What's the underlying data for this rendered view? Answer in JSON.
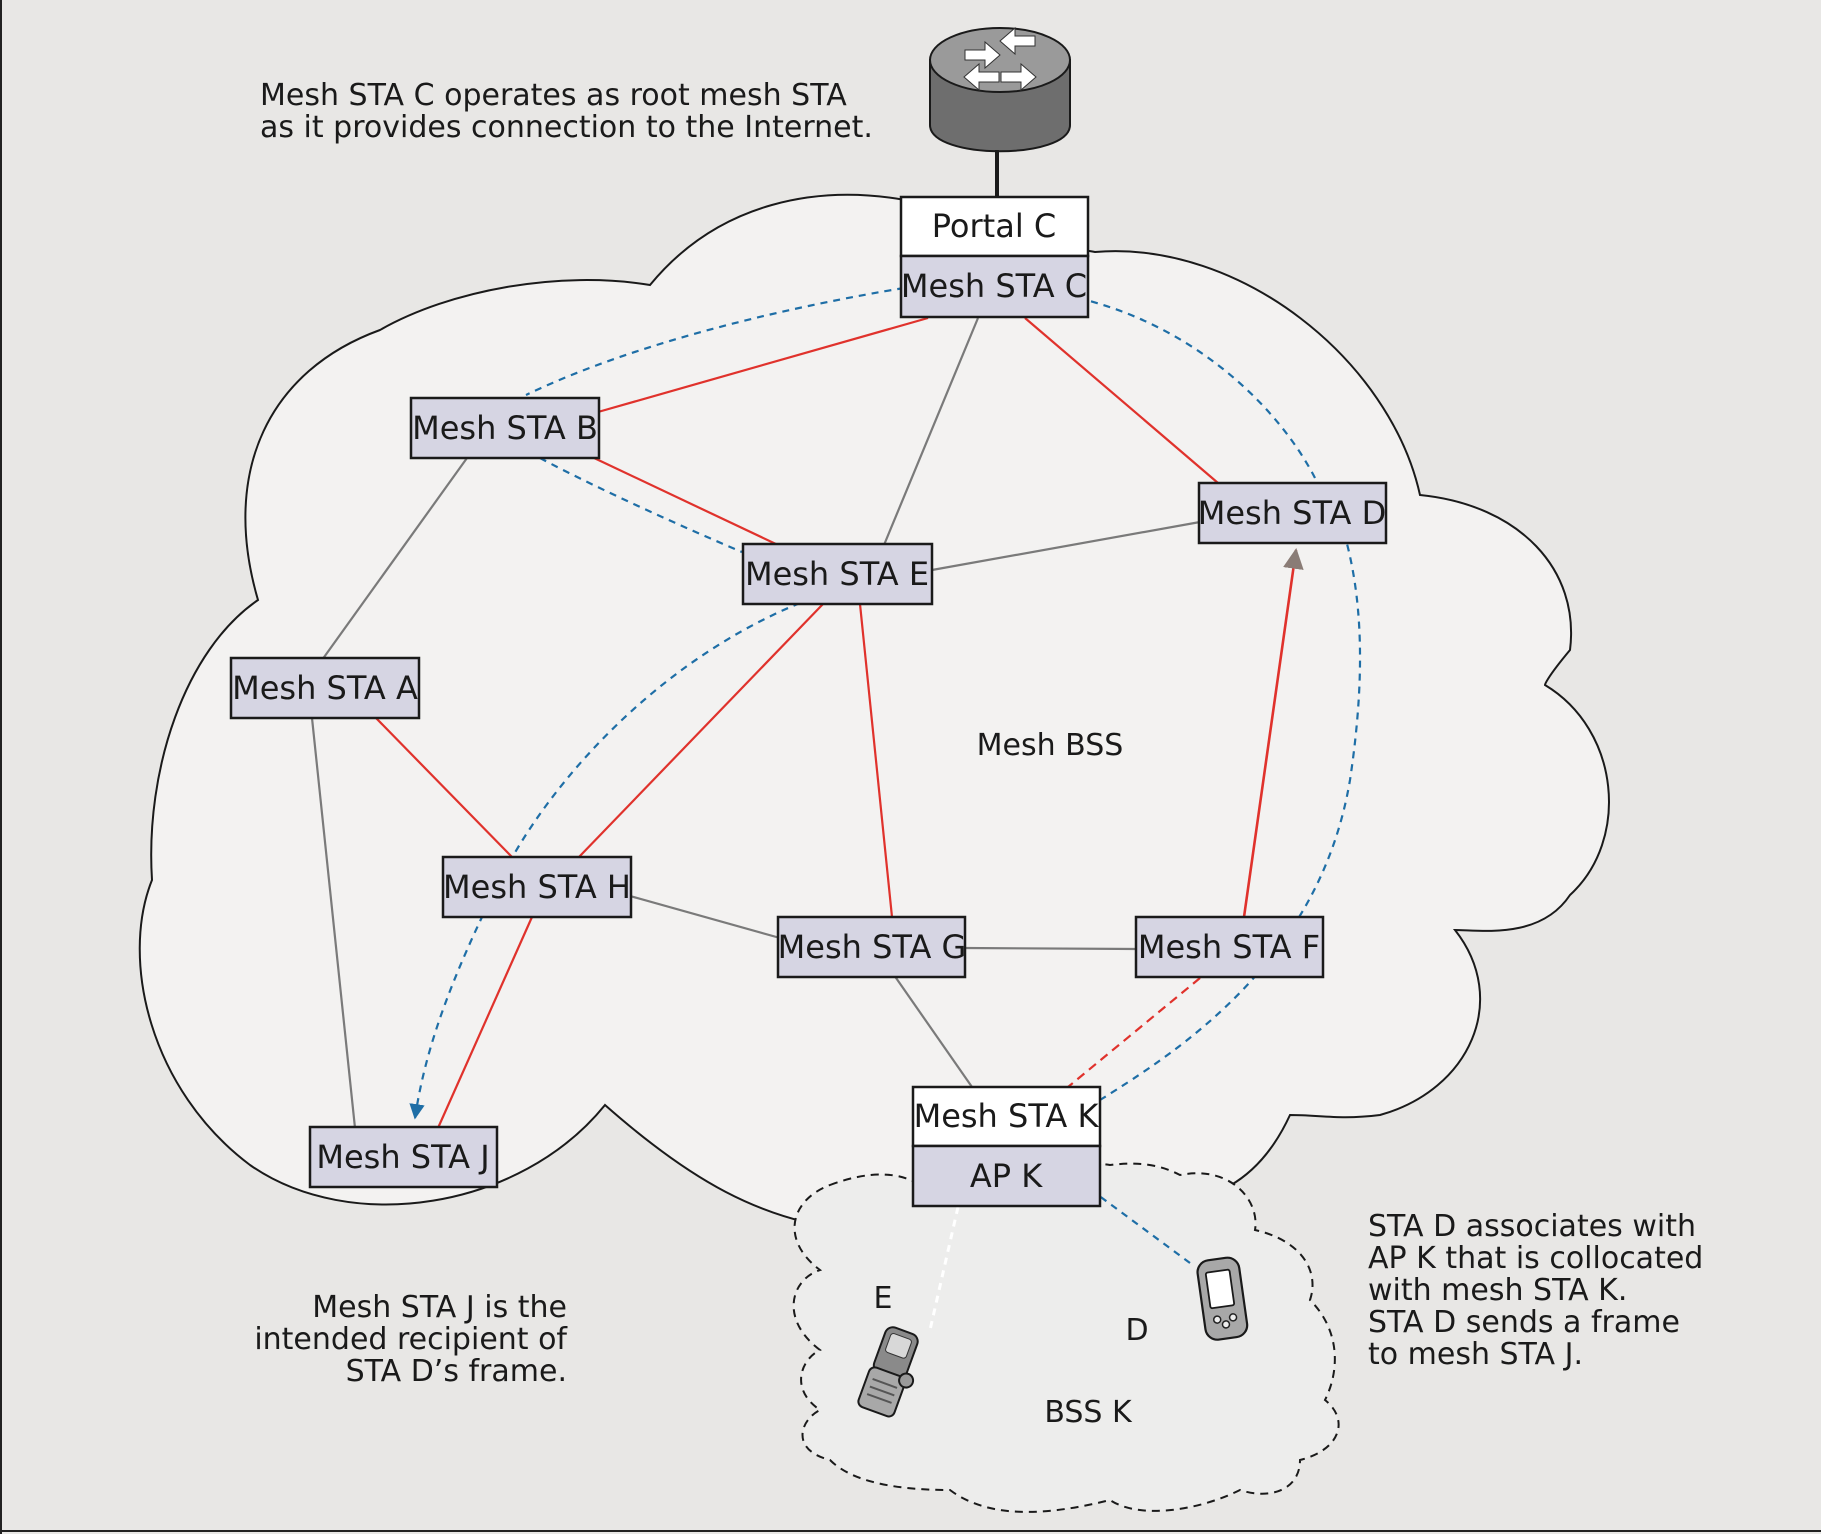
{
  "annotations": {
    "root_note": [
      "Mesh STA C operates as root mesh STA",
      "as it provides connection to the Internet."
    ],
    "recipient_note": [
      "Mesh STA J is the",
      "intended recipient of",
      "STA D’s frame."
    ],
    "assoc_note": [
      "STA D associates with",
      "AP K that is collocated",
      "with mesh STA K.",
      "STA D sends a frame",
      "to mesh STA J."
    ]
  },
  "regions": {
    "mesh_bss": "Mesh BSS",
    "bss_k": "BSS K"
  },
  "nodes": {
    "portal_c": "Portal C",
    "mesh_c": "Mesh STA C",
    "mesh_b": "Mesh STA B",
    "mesh_d": "Mesh STA D",
    "mesh_e": "Mesh STA E",
    "mesh_a": "Mesh STA A",
    "mesh_h": "Mesh STA H",
    "mesh_g": "Mesh STA G",
    "mesh_f": "Mesh STA F",
    "mesh_k": "Mesh STA K",
    "ap_k": "AP K",
    "mesh_j": "Mesh STA J"
  },
  "devices": {
    "sta_e": "E",
    "sta_d": "D"
  },
  "icons": {
    "router": "router-icon",
    "flip_phone": "flip-phone-icon",
    "pda": "pda-icon"
  },
  "colors": {
    "background": "#e8e7e5",
    "cloud_fill": "#f3f2f1",
    "node_fill": "#d6d5e3",
    "white_node": "#ffffff",
    "red_link": "#e0322c",
    "gray_link": "#7a7a7a",
    "blue_path": "#1e6ea6",
    "arrow_gray": "#8a7c76"
  }
}
